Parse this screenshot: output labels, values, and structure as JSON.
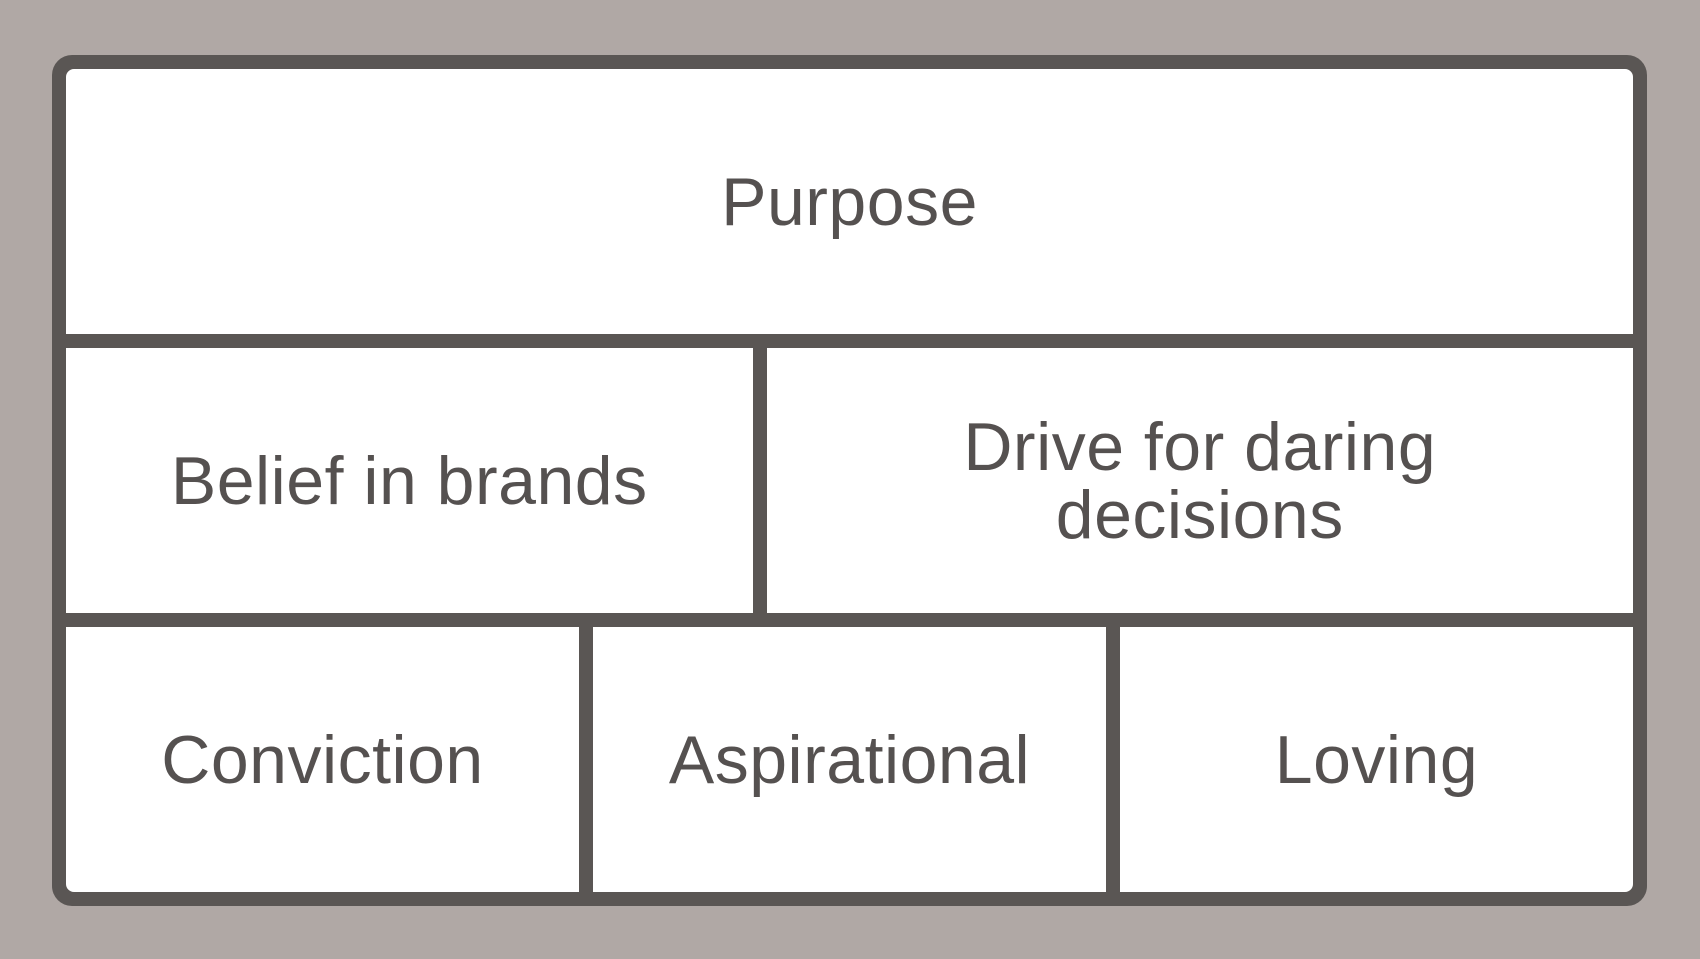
{
  "diagram": {
    "top": {
      "label": "Purpose"
    },
    "middle": [
      {
        "label": "Belief in brands"
      },
      {
        "label": "Drive for daring decisions"
      }
    ],
    "bottom": [
      {
        "label": "Conviction"
      },
      {
        "label": "Aspirational"
      },
      {
        "label": "Loving"
      }
    ]
  },
  "colors": {
    "background": "#b0a8a5",
    "border": "#5a5654",
    "cell": "#ffffff",
    "text": "#555150"
  }
}
